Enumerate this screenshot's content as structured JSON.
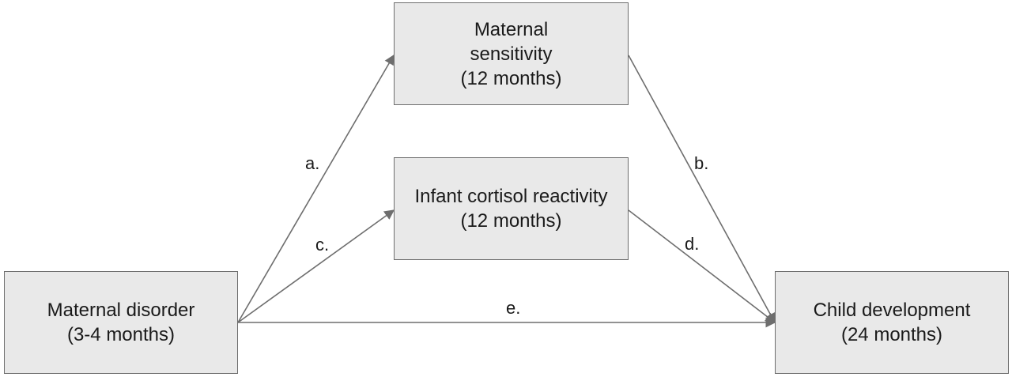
{
  "nodes": {
    "maternal_disorder": {
      "line1": "Maternal disorder",
      "line2": "(3-4 months)"
    },
    "maternal_sensitivity": {
      "line1": "Maternal",
      "line2": "sensitivity",
      "line3": "(12 months)"
    },
    "infant_cortisol": {
      "line1": "Infant cortisol reactivity",
      "line2": "(12 months)"
    },
    "child_development": {
      "line1": "Child development",
      "line2": "(24 months)"
    }
  },
  "edges": {
    "a": "a.",
    "b": "b.",
    "c": "c.",
    "d": "d.",
    "e": "e."
  },
  "colors": {
    "node_fill": "#e9e9e9",
    "node_border": "#6e6e6e",
    "edge_stroke": "#6e6e6e"
  }
}
